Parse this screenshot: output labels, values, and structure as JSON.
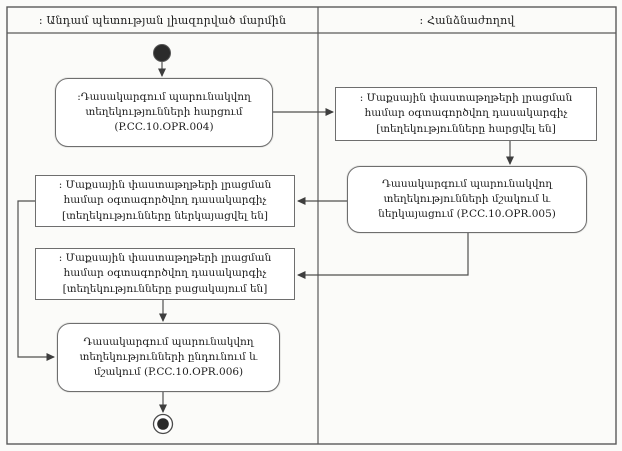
{
  "diagram": {
    "type": "uml-activity-swimlane",
    "lanes": [
      {
        "label": ": Անդամ պետության լիազորված մարմին"
      },
      {
        "label": ": Հանձնաժողով"
      }
    ],
    "nodes": {
      "start": {
        "type": "initial-node"
      },
      "p004": {
        "type": "action",
        "lane": 0,
        "label": ":Դասակարգում պարունակվող տեղեկությունների հարցում (P.CC.10.OPR.004)"
      },
      "obj_requested": {
        "type": "object",
        "lane": 1,
        "label": ": Մաքսային փաստաթղթերի լրացման համար օգտագործվող դասակարգիչ [տեղեկությունները հարցվել են]"
      },
      "p005": {
        "type": "action",
        "lane": 1,
        "label": "Դասակարգում պարունակվող տեղեկությունների մշակում և ներկայացում (P.CC.10.OPR.005)"
      },
      "obj_presented": {
        "type": "object",
        "lane": 0,
        "label": ": Մաքսային փաստաթղթերի լրացման համար օգտագործվող դասակարգիչ [տեղեկությունները ներկայացվել են]"
      },
      "obj_missing": {
        "type": "object",
        "lane": 0,
        "label": ": Մաքսային փաստաթղթերի լրացման համար օգտագործվող դասակարգիչ [տեղեկությունները բացակայում են]"
      },
      "p006": {
        "type": "action",
        "lane": 0,
        "label": "Դասակարգում պարունակվող տեղեկությունների ընդունում և մշակում (P.CC.10.OPR.006)"
      },
      "end": {
        "type": "final-node"
      }
    },
    "edges": [
      {
        "from": "start",
        "to": "p004"
      },
      {
        "from": "p004",
        "to": "obj_requested"
      },
      {
        "from": "obj_requested",
        "to": "p005"
      },
      {
        "from": "p005",
        "to": "obj_presented"
      },
      {
        "from": "p005",
        "to": "obj_missing"
      },
      {
        "from": "obj_presented",
        "to": "p006"
      },
      {
        "from": "obj_missing",
        "to": "p006"
      },
      {
        "from": "p006",
        "to": "end"
      }
    ],
    "colors": {
      "line": "#4f4f4f",
      "box_border": "#6e6e6e",
      "box_fill": "#ffffff",
      "text": "#1c1c1c",
      "background": "#fbfbf9"
    }
  }
}
